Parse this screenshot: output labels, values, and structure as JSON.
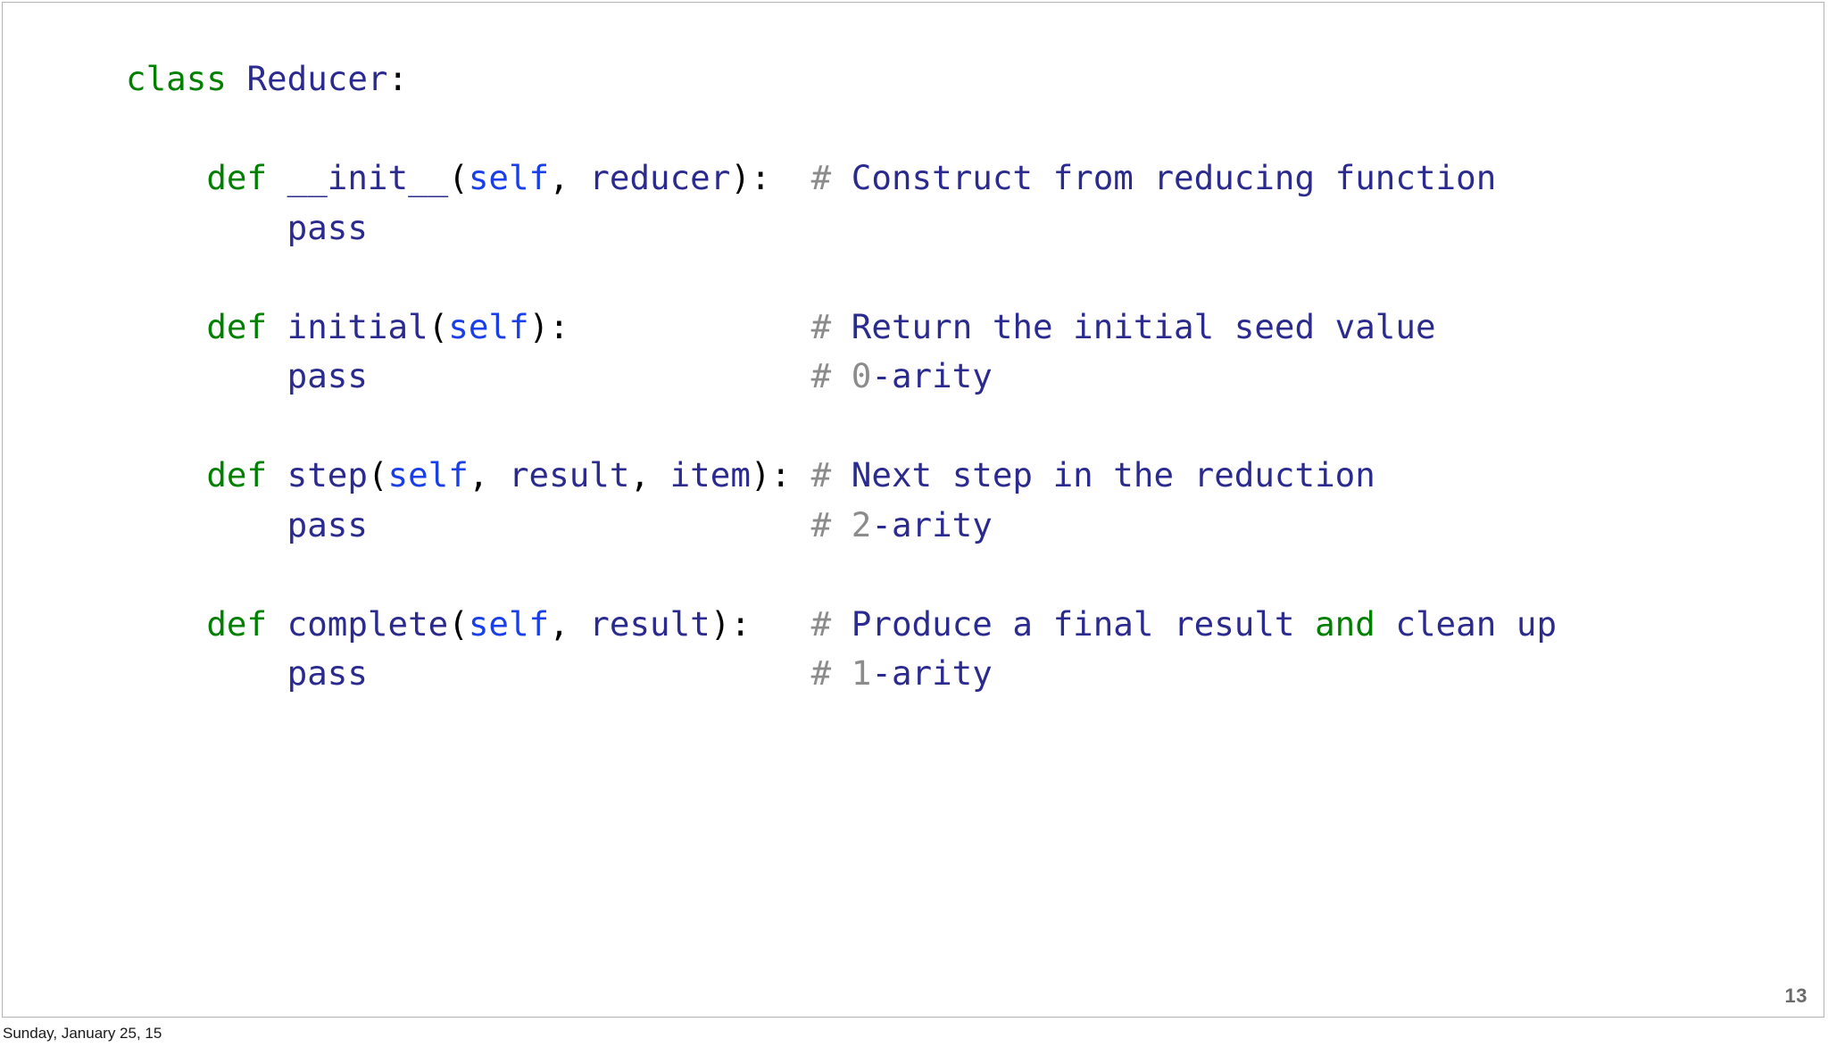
{
  "slide": {
    "page_number": "13",
    "footer_date": "Sunday, January 25, 15",
    "background_color": "#ffffff",
    "border_color": "#b4b4b4"
  },
  "palette": {
    "keyword_green": "#008000",
    "identifier_navy": "#2b2b8f",
    "self_blue": "#1a3fe8",
    "punctuation_black": "#000000",
    "comment_gray": "#8c8c8c",
    "page_number_gray": "#6b6b6b"
  },
  "code": {
    "language": "python",
    "plain_text": "class Reducer:\n\n    def __init__(self, reducer):  # Construct from reducing function\n        pass\n\n    def initial(self):            # Return the initial seed value\n        pass                      # 0-arity\n\n    def step(self, result, item): # Next step in the reduction\n        pass                      # 2-arity\n\n    def complete(self, result):   # Produce a final result and clean up\n        pass                      # 1-arity",
    "lines": [
      {
        "id": "line-class-reducer",
        "tokens": [
          {
            "t": "class",
            "c": "kw"
          },
          {
            "t": " ",
            "c": "plain"
          },
          {
            "t": "Reducer",
            "c": "name"
          },
          {
            "t": ":",
            "c": "punct"
          }
        ]
      },
      {
        "id": "line-blank-1",
        "tokens": []
      },
      {
        "id": "line-def-init",
        "tokens": [
          {
            "t": "    ",
            "c": "plain"
          },
          {
            "t": "def",
            "c": "kw"
          },
          {
            "t": " ",
            "c": "plain"
          },
          {
            "t": "__init__",
            "c": "name"
          },
          {
            "t": "(",
            "c": "punct"
          },
          {
            "t": "self",
            "c": "self"
          },
          {
            "t": ",",
            "c": "punct"
          },
          {
            "t": " reducer",
            "c": "name"
          },
          {
            "t": ")",
            "c": "punct"
          },
          {
            "t": ":",
            "c": "punct"
          },
          {
            "t": "  ",
            "c": "plain"
          },
          {
            "t": "#",
            "c": "hash"
          },
          {
            "t": " Construct from reducing function",
            "c": "comment"
          }
        ]
      },
      {
        "id": "line-init-pass",
        "tokens": [
          {
            "t": "        ",
            "c": "plain"
          },
          {
            "t": "pass",
            "c": "name"
          }
        ]
      },
      {
        "id": "line-blank-2",
        "tokens": []
      },
      {
        "id": "line-def-initial",
        "tokens": [
          {
            "t": "    ",
            "c": "plain"
          },
          {
            "t": "def",
            "c": "kw"
          },
          {
            "t": " ",
            "c": "plain"
          },
          {
            "t": "initial",
            "c": "name"
          },
          {
            "t": "(",
            "c": "punct"
          },
          {
            "t": "self",
            "c": "self"
          },
          {
            "t": ")",
            "c": "punct"
          },
          {
            "t": ":",
            "c": "punct"
          },
          {
            "t": "            ",
            "c": "plain"
          },
          {
            "t": "#",
            "c": "hash"
          },
          {
            "t": " Return the initial seed value",
            "c": "comment"
          }
        ]
      },
      {
        "id": "line-initial-pass",
        "tokens": [
          {
            "t": "        ",
            "c": "plain"
          },
          {
            "t": "pass",
            "c": "name"
          },
          {
            "t": "                      ",
            "c": "plain"
          },
          {
            "t": "#",
            "c": "hash"
          },
          {
            "t": " ",
            "c": "plain"
          },
          {
            "t": "0",
            "c": "num"
          },
          {
            "t": "-arity",
            "c": "comment"
          }
        ]
      },
      {
        "id": "line-blank-3",
        "tokens": []
      },
      {
        "id": "line-def-step",
        "tokens": [
          {
            "t": "    ",
            "c": "plain"
          },
          {
            "t": "def",
            "c": "kw"
          },
          {
            "t": " ",
            "c": "plain"
          },
          {
            "t": "step",
            "c": "name"
          },
          {
            "t": "(",
            "c": "punct"
          },
          {
            "t": "self",
            "c": "self"
          },
          {
            "t": ",",
            "c": "punct"
          },
          {
            "t": " result",
            "c": "name"
          },
          {
            "t": ",",
            "c": "punct"
          },
          {
            "t": " item",
            "c": "name"
          },
          {
            "t": ")",
            "c": "punct"
          },
          {
            "t": ":",
            "c": "punct"
          },
          {
            "t": " ",
            "c": "plain"
          },
          {
            "t": "#",
            "c": "hash"
          },
          {
            "t": " Next step in the reduction",
            "c": "comment"
          }
        ]
      },
      {
        "id": "line-step-pass",
        "tokens": [
          {
            "t": "        ",
            "c": "plain"
          },
          {
            "t": "pass",
            "c": "name"
          },
          {
            "t": "                      ",
            "c": "plain"
          },
          {
            "t": "#",
            "c": "hash"
          },
          {
            "t": " ",
            "c": "plain"
          },
          {
            "t": "2",
            "c": "num"
          },
          {
            "t": "-arity",
            "c": "comment"
          }
        ]
      },
      {
        "id": "line-blank-4",
        "tokens": []
      },
      {
        "id": "line-def-complete",
        "tokens": [
          {
            "t": "    ",
            "c": "plain"
          },
          {
            "t": "def",
            "c": "kw"
          },
          {
            "t": " ",
            "c": "plain"
          },
          {
            "t": "complete",
            "c": "name"
          },
          {
            "t": "(",
            "c": "punct"
          },
          {
            "t": "self",
            "c": "self"
          },
          {
            "t": ",",
            "c": "punct"
          },
          {
            "t": " result",
            "c": "name"
          },
          {
            "t": ")",
            "c": "punct"
          },
          {
            "t": ":",
            "c": "punct"
          },
          {
            "t": "   ",
            "c": "plain"
          },
          {
            "t": "#",
            "c": "hash"
          },
          {
            "t": " Produce a final result ",
            "c": "comment"
          },
          {
            "t": "and",
            "c": "cmt-kw"
          },
          {
            "t": " clean up",
            "c": "comment"
          }
        ]
      },
      {
        "id": "line-complete-pass",
        "tokens": [
          {
            "t": "        ",
            "c": "plain"
          },
          {
            "t": "pass",
            "c": "name"
          },
          {
            "t": "                      ",
            "c": "plain"
          },
          {
            "t": "#",
            "c": "hash"
          },
          {
            "t": " ",
            "c": "plain"
          },
          {
            "t": "1",
            "c": "num"
          },
          {
            "t": "-arity",
            "c": "comment"
          }
        ]
      }
    ]
  }
}
